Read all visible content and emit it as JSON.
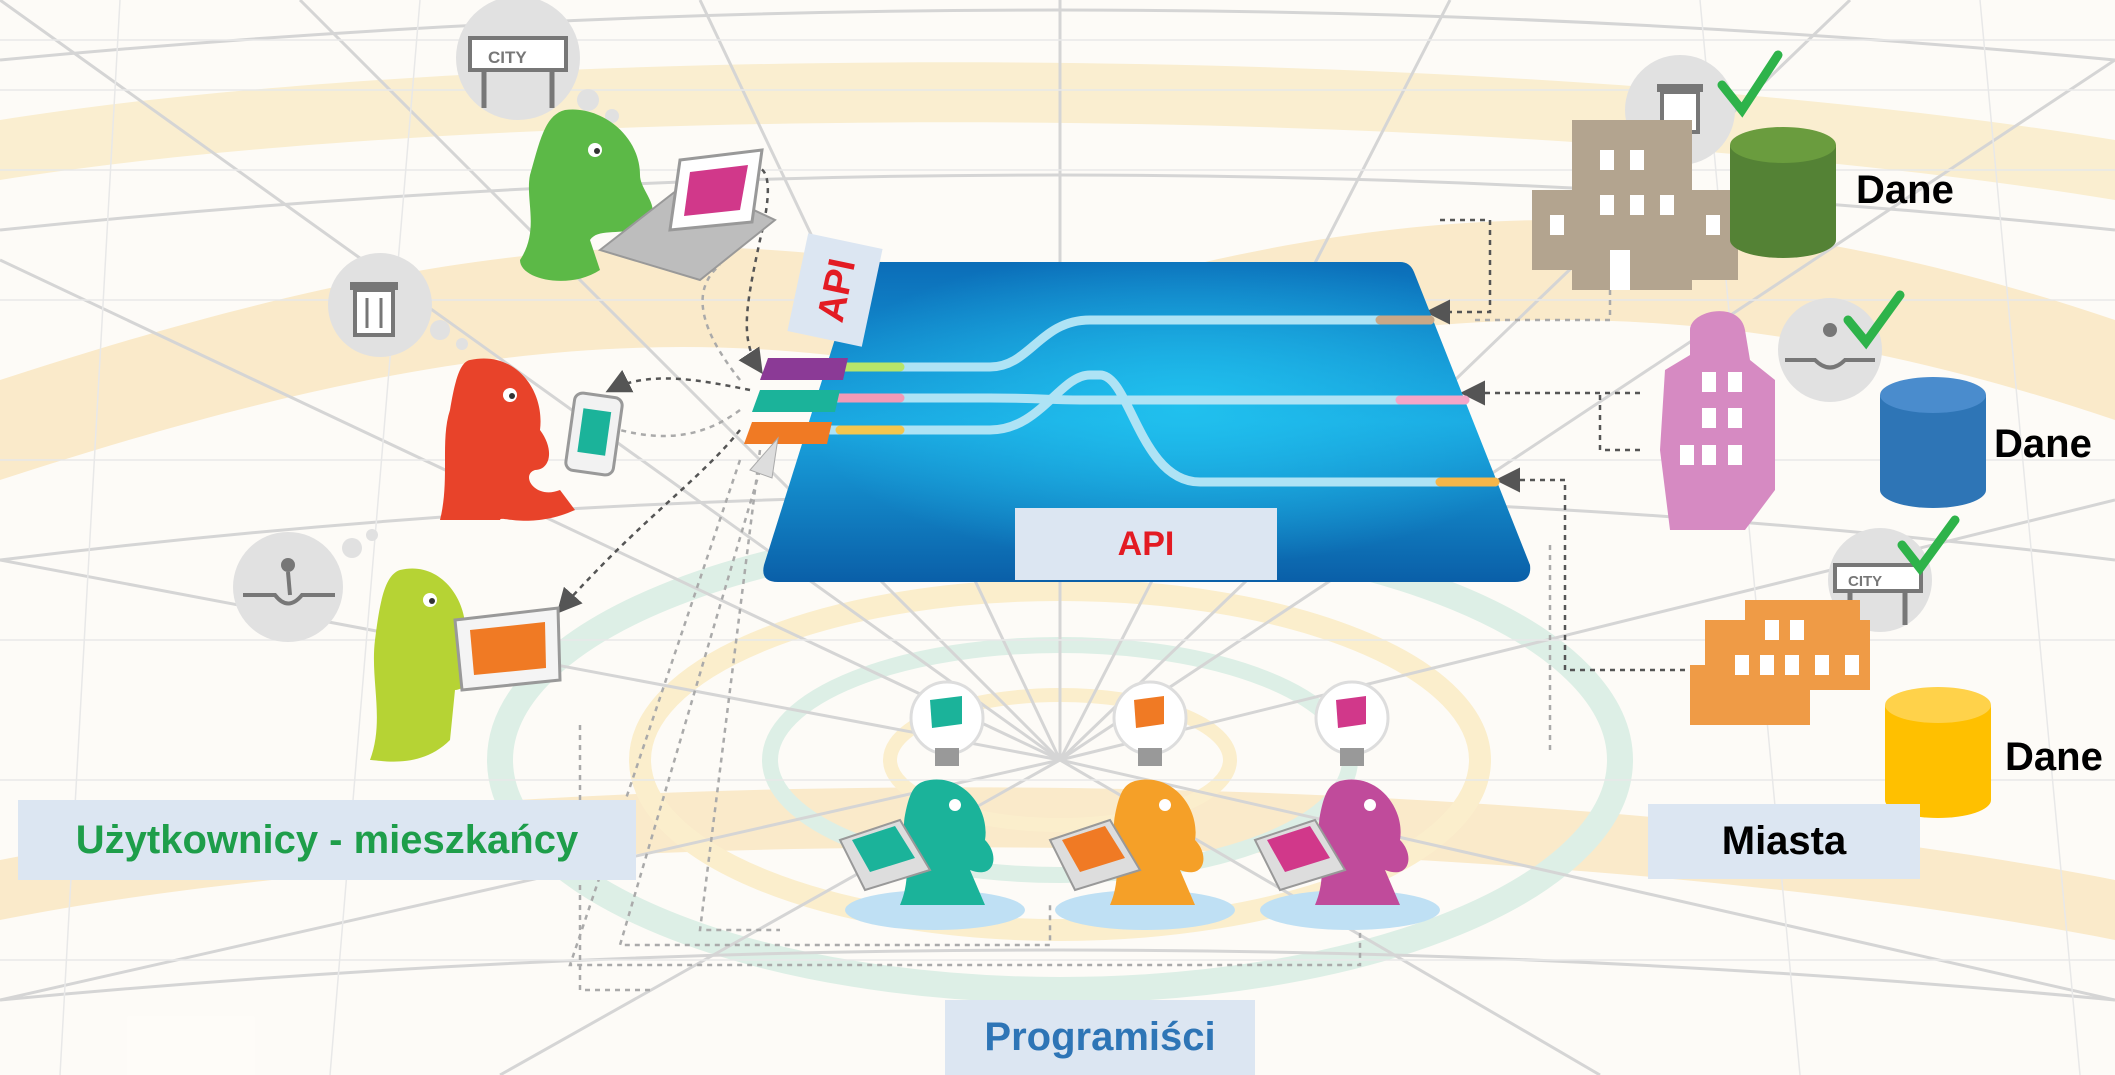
{
  "labels": {
    "users": "Użytkownicy - mieszkańcy",
    "cities": "Miasta",
    "developers": "Programiści",
    "api_center": "API",
    "api_tag": "API",
    "data": [
      "Dane",
      "Dane",
      "Dane"
    ],
    "sign_text": "CITY"
  },
  "colors": {
    "users_text": "#1e9e4a",
    "developers_text": "#2e75b6",
    "api_text": "#e31b23",
    "label_bg": "#dce6f2",
    "db_green": "#548235",
    "db_blue": "#2e75b6",
    "db_yellow": "#ffc000",
    "platform": "#0a7cc2"
  },
  "icons": [
    "city-sign-icon",
    "trash-bin-icon",
    "pothole-icon",
    "checkmark-icon",
    "laptop-icon",
    "phone-icon",
    "tablet-icon",
    "lightbulb-icon",
    "building-icon",
    "database-icon"
  ]
}
